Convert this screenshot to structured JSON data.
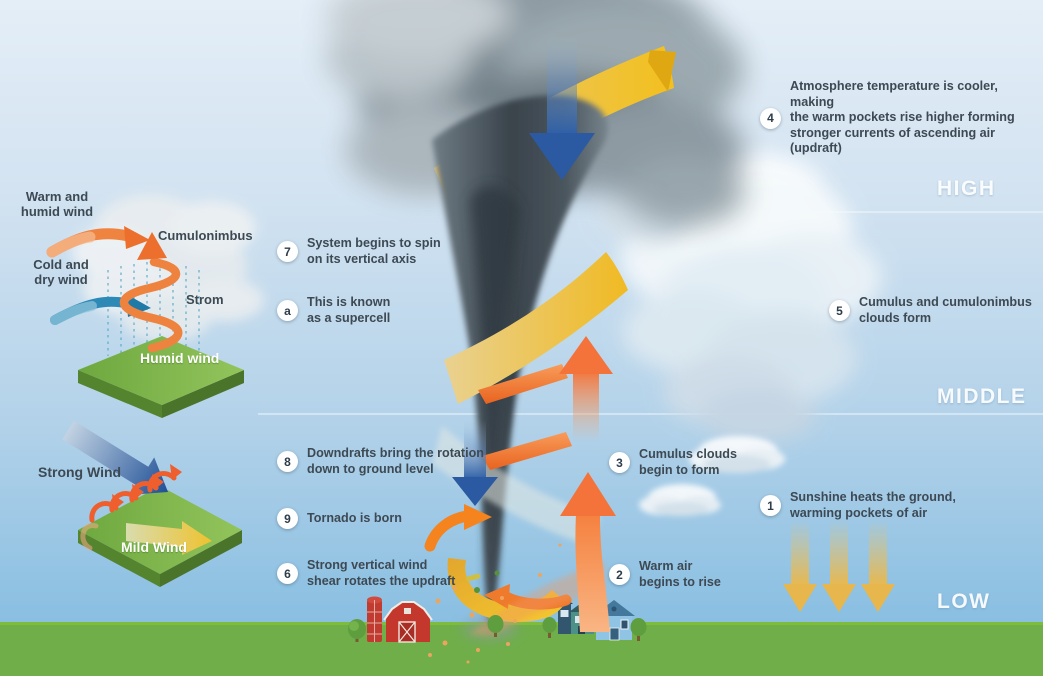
{
  "annotations": {
    "n1": {
      "badge": "1",
      "text": "Sunshine heats the ground,\nwarming pockets of air"
    },
    "n2": {
      "badge": "2",
      "text": "Warm air\nbegins to rise"
    },
    "n3": {
      "badge": "3",
      "text": "Cumulus clouds\nbegin to form"
    },
    "n4": {
      "badge": "4",
      "text": "Atmosphere temperature is cooler, making\nthe warm pockets rise higher forming\nstronger currents of ascending air (updraft)"
    },
    "n5": {
      "badge": "5",
      "text": "Cumulus and cumulonimbus\nclouds form"
    },
    "n6": {
      "badge": "6",
      "text": "Strong vertical wind\nshear rotates the updraft"
    },
    "n7": {
      "badge": "7",
      "text": "System begins to spin\non its vertical axis"
    },
    "n8": {
      "badge": "8",
      "text": "Downdrafts bring the rotation\ndown to ground level"
    },
    "n9": {
      "badge": "9",
      "text": "Tornado is born"
    },
    "na": {
      "badge": "a",
      "text": "This is known\nas a supercell"
    }
  },
  "levels": {
    "high": "HIGH",
    "middle": "MIDDLE",
    "low": "LOW"
  },
  "inset_supercell": {
    "warm_wind": "Warm and\nhumid wind",
    "cold_wind": "Cold and\ndry wind",
    "cumulonimbus": "Cumulonimbus",
    "storm": "Strom",
    "humid_wind": "Humid wind"
  },
  "inset_shear": {
    "strong_wind": "Strong Wind",
    "mild_wind": "Mild Wind"
  },
  "colors": {
    "sky_top": "#e4eef7",
    "sky_bottom": "#85bce0",
    "ground_green": "#6fae49",
    "ground_edge": "#7dbd3b",
    "updraft_orange": "#f4733a",
    "downdraft_blue": "#2c5ea6",
    "cold_wind_teal": "#2d8ab6",
    "ribbon_yellow": "#f2c02a",
    "sun_ray_yellow": "#e8b84e",
    "funnel_gray": "#3f4a51",
    "annotation_text": "#3d4953",
    "badge_background": "#ffffff",
    "level_label": "#ffffff"
  }
}
